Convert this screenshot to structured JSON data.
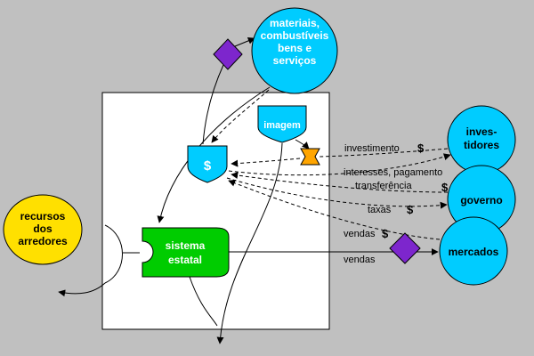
{
  "diagram": {
    "nodes": {
      "materials": {
        "lines": [
          "materiais,",
          "combustíveis",
          "bens e",
          "serviços"
        ]
      },
      "resources": {
        "lines": [
          "recursos",
          "dos",
          "arredores"
        ]
      },
      "investors": {
        "lines": [
          "inves-",
          "tidores"
        ]
      },
      "government": {
        "label": "governo"
      },
      "markets": {
        "label": "mercados"
      },
      "state_system": {
        "lines": [
          "sistema",
          "estatal"
        ]
      },
      "money": {
        "symbol": "$"
      },
      "image": {
        "label": "imagem"
      }
    },
    "edge_labels": {
      "investment": "investimento",
      "investment_money": "$",
      "interest_payment": "interesses, pagamento",
      "transfer": "transferência",
      "transfer_money": "$",
      "taxes": "taxas",
      "taxes_money": "$",
      "sales_money": "vendas",
      "sales_money_symbol": "$",
      "sales": "vendas"
    },
    "colors": {
      "background": "#c0c0c0",
      "cyan": "#00ccff",
      "yellow": "#ffe000",
      "green": "#00cc00",
      "purple": "#7d26cd",
      "orange": "#ffa500",
      "white": "#ffffff"
    }
  }
}
